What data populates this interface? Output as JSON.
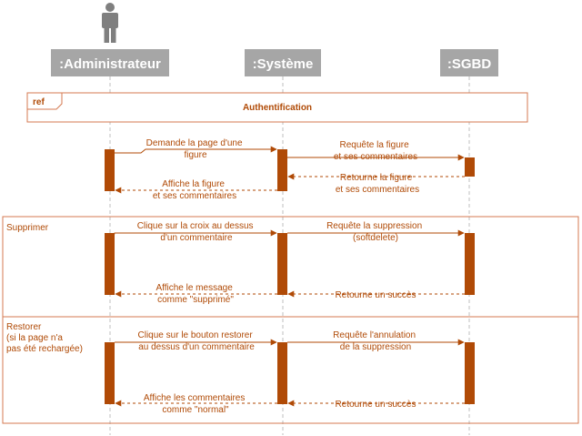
{
  "colors": {
    "lifeline_header_bg": "#a6a6a6",
    "accent": "#b04a06",
    "activation_fill": "#b04a06",
    "fragment_border": "#d47a52",
    "lifeline_dash": "#bfbfbf",
    "actor": "#7f7f7f"
  },
  "actor_icon": "person-icon",
  "lifelines": [
    {
      "id": "admin",
      "label": ":Administrateur"
    },
    {
      "id": "systeme",
      "label": ":Système"
    },
    {
      "id": "sgbd",
      "label": ":SGBD"
    }
  ],
  "ref_fragment": {
    "tag": "ref",
    "title": "Authentification"
  },
  "messages_intro": [
    {
      "from": "admin",
      "to": "systeme",
      "kind": "call",
      "lines": [
        "Demande la page d'une",
        "figure"
      ]
    },
    {
      "from": "systeme",
      "to": "sgbd",
      "kind": "call",
      "lines": [
        "Requête la figure",
        "et ses commentaires"
      ]
    },
    {
      "from": "sgbd",
      "to": "systeme",
      "kind": "return",
      "lines": [
        "Retourne la figure",
        "et ses commentaires"
      ]
    },
    {
      "from": "systeme",
      "to": "admin",
      "kind": "return",
      "lines": [
        "Affiche la figure",
        "et ses commentaires"
      ]
    }
  ],
  "fragments": [
    {
      "label_lines": [
        "Supprimer"
      ],
      "messages": [
        {
          "from": "admin",
          "to": "systeme",
          "kind": "call",
          "lines": [
            "Clique sur la croix au dessus",
            "d'un commentaire"
          ]
        },
        {
          "from": "systeme",
          "to": "sgbd",
          "kind": "call",
          "lines": [
            "Requête la suppression",
            "(softdelete)"
          ]
        },
        {
          "from": "sgbd",
          "to": "systeme",
          "kind": "return",
          "lines": [
            "Retourne un succès"
          ]
        },
        {
          "from": "systeme",
          "to": "admin",
          "kind": "return",
          "lines": [
            "Affiche le message",
            "comme \"supprimé\""
          ]
        }
      ]
    },
    {
      "label_lines": [
        "Restorer",
        "(si la page n'a",
        "pas été rechargée)"
      ],
      "messages": [
        {
          "from": "admin",
          "to": "systeme",
          "kind": "call",
          "lines": [
            "Clique sur le bouton restorer",
            "au dessus d'un commentaire"
          ]
        },
        {
          "from": "systeme",
          "to": "sgbd",
          "kind": "call",
          "lines": [
            "Requête l'annulation",
            "de la suppression"
          ]
        },
        {
          "from": "sgbd",
          "to": "systeme",
          "kind": "return",
          "lines": [
            "Retourne un succès"
          ]
        },
        {
          "from": "systeme",
          "to": "admin",
          "kind": "return",
          "lines": [
            "Affiche les commentaires",
            "comme \"normal\""
          ]
        }
      ]
    }
  ]
}
